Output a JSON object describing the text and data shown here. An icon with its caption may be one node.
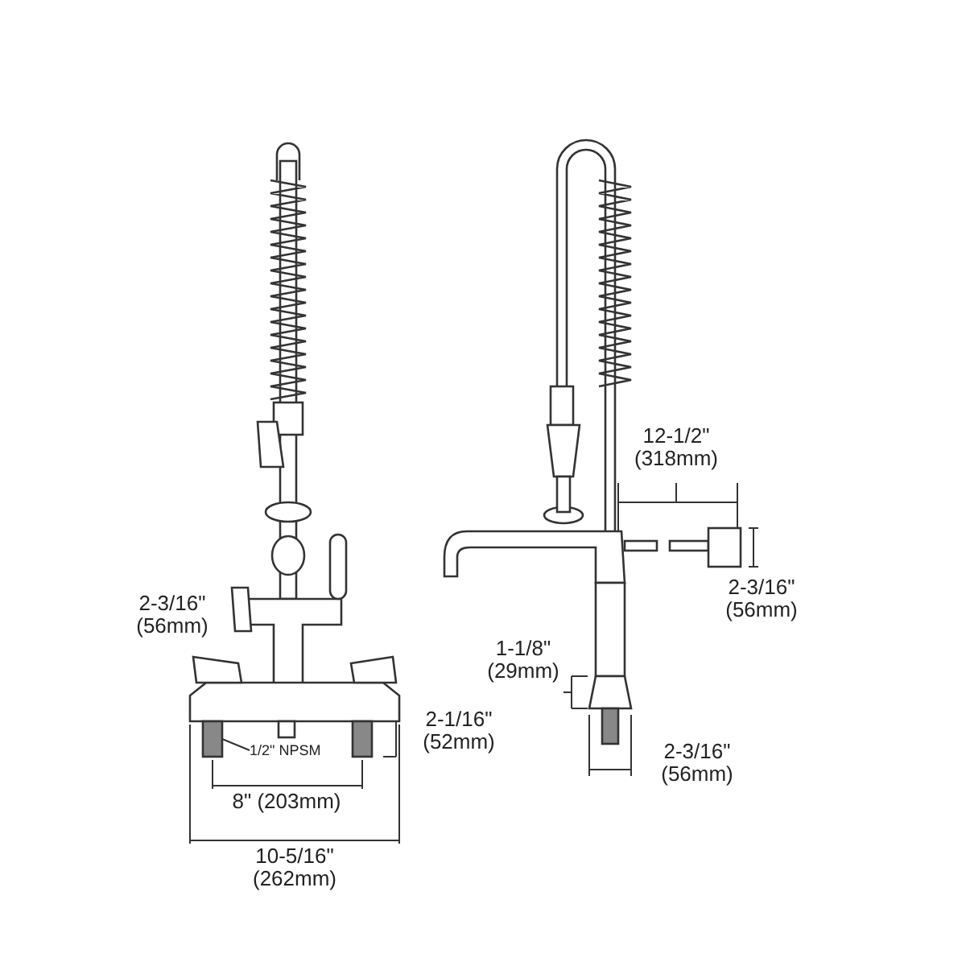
{
  "diagram": {
    "nodes": [
      {
        "text": [
          "1/2\" NPSM"
        ]
      },
      {
        "text": [],
        "shape": "bar"
      }
    ],
    "edges": [
      {
        "from": 0,
        "to": 1,
        "arrow": "none"
      }
    ],
    "labels": [
      "2-3/16\" (56mm)",
      "12-1/2\" (318mm)",
      "2-3/16\" (56mm)",
      "1-1/8\" (29mm)",
      "2-1/16\" (52mm)",
      "2-3/16\" (56mm)",
      "8\" (203mm)",
      "10-5/16\" (262mm)"
    ]
  }
}
